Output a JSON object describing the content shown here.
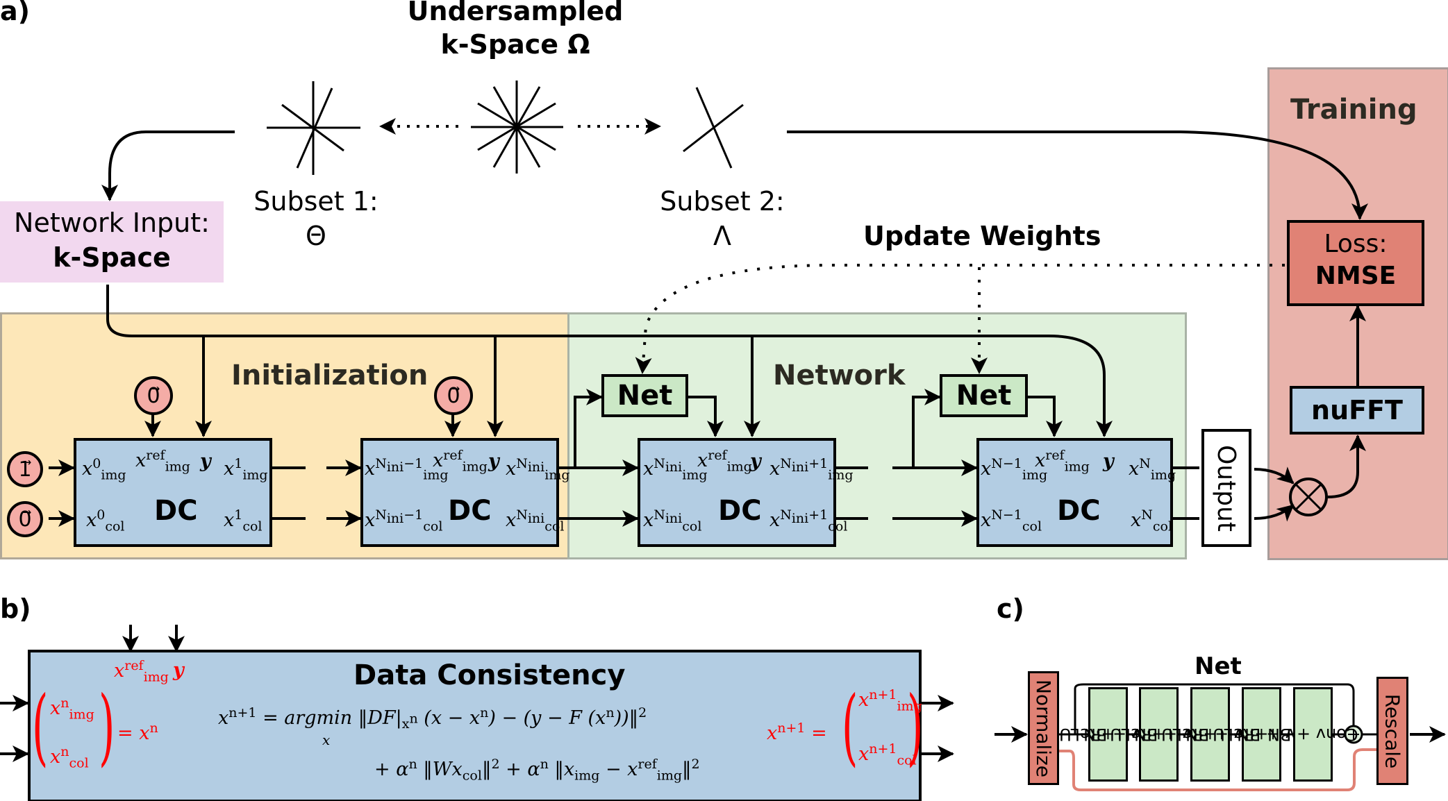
{
  "panel_a": {
    "label": "a)",
    "title_line1": "Undersampled",
    "title_line2": "k-Space Ω",
    "subset1": {
      "label": "Subset 1:",
      "symbol": "Θ"
    },
    "subset2": {
      "label": "Subset 2:",
      "symbol": "Λ"
    },
    "network_input": {
      "line1": "Network Input:",
      "line2": "k-Space"
    },
    "update_weights": "Update Weights",
    "initialization_title": "Initialization",
    "network_title": "Network",
    "training_title": "Training",
    "loss": {
      "line1": "Loss:",
      "line2": "NMSE"
    },
    "nufft": "nuFFT",
    "output": "Output",
    "net_label": "Net",
    "dc_label": "DC",
    "inputs": {
      "ones": "1⃗",
      "zeros": "0⃗"
    },
    "dc_blocks": [
      {
        "in_img": "x<sup>0</sup><sub>img</sub>",
        "ref": "x<sup>ref</sup><sub>img</sub>",
        "y": "y",
        "out_img": "x<sup>1</sup><sub>img</sub>",
        "in_col": "x<sup>0</sup><sub>col</sub>",
        "out_col": "x<sup>1</sup><sub>col</sub>"
      },
      {
        "in_img": "x<sup>N<sub>ini</sub>−1</sup><sub>img</sub>",
        "ref": "x<sup>ref</sup><sub>img</sub>",
        "y": "y",
        "out_img": "x<sup>N<sub>ini</sub></sup><sub>img</sub>",
        "in_col": "x<sup>N<sub>ini</sub>−1</sup><sub>col</sub>",
        "out_col": "x<sup>N<sub>ini</sub></sup><sub>col</sub>"
      },
      {
        "in_img": "x<sup>N<sub>ini</sub></sup><sub>img</sub>",
        "ref": "x<sup>ref</sup><sub>img</sub>",
        "y": "y",
        "out_img": "x<sup>N<sub>ini</sub>+1</sup><sub>img</sub>",
        "in_col": "x<sup>N<sub>ini</sub></sup><sub>col</sub>",
        "out_col": "x<sup>N<sub>ini</sub>+1</sup><sub>col</sub>"
      },
      {
        "in_img": "x<sup>N−1</sup><sub>img</sub>",
        "ref": "x<sup>ref</sup><sub>img</sub>",
        "y": "y",
        "out_img": "x<sup>N</sup><sub>img</sub>",
        "in_col": "x<sup>N−1</sup><sub>col</sub>",
        "out_col": "x<sup>N</sup><sub>col</sub>"
      }
    ],
    "colors": {
      "kspace_bg": "#f2d8ef",
      "init_bg": "#fde7b8",
      "network_bg": "#e0f1dc",
      "training_bg": "#e9b3ab",
      "dc_bg": "#b3cde3",
      "net_bg": "#cbe8c6",
      "loss_bg": "#e08275",
      "circle_bg": "#f4aca6"
    }
  },
  "panel_b": {
    "label": "b)",
    "title": "Data Consistency",
    "input_ref": "x<sup>ref</sup><sub>img</sub>",
    "input_y": "y",
    "lhs_img": "x<sup>n</sup><sub>img</sub>",
    "lhs_col": "x<sup>n</sup><sub>col</sub>",
    "lhs_eq": "= x<sup>n</sup>",
    "eq_line1": "x<sup>n+1</sup> = argmin ‖DF|<sub>x<sup>n</sup></sub> (x − x<sup>n</sup>) − (y − F (x<sup>n</sup>))‖<sup>2</sup>",
    "eq_argmin_sub": "x",
    "eq_line2": "+ α<sup>n</sup> ‖Wx<sub>col</sub>‖<sup>2</sup> + α<sup>n</sup> ‖x<sub>img</sub> − x<sup>ref</sup><sub>img</sub>‖<sup>2</sup>",
    "rhs_eq": "x<sup>n+1</sup> =",
    "rhs_img": "x<sup>n+1</sup><sub>img</sub>",
    "rhs_col": "x<sup>n+1</sup><sub>col</sub>",
    "highlight_color": "#ff0000"
  },
  "panel_c": {
    "label": "c)",
    "title": "Net",
    "normalize": "Normalize",
    "rescale": "Rescale",
    "layers": [
      {
        "line1": "Conv + BN",
        "line2": "+ReLU"
      },
      {
        "line1": "Conv + BN",
        "line2": "+ReLU"
      },
      {
        "line1": "Conv + BN",
        "line2": "+ReLU"
      },
      {
        "line1": "Conv + BN",
        "line2": "+ReLU"
      },
      {
        "line1": "Conv + BN",
        "line2": ""
      }
    ],
    "sum_symbol": "+",
    "skip_color": "#e08275"
  }
}
